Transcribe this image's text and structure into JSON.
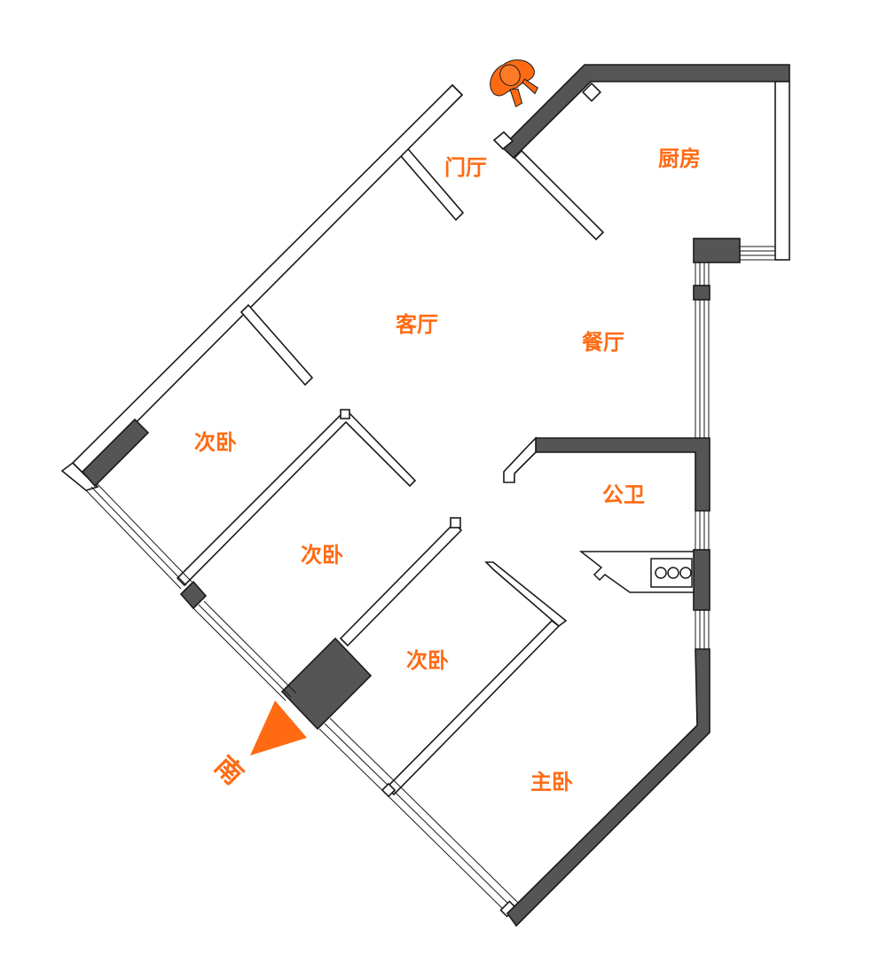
{
  "rooms": {
    "entrance": "门厅",
    "kitchen": "厨房",
    "living_room": "客厅",
    "dining_room": "餐厅",
    "bedroom_1": "次卧",
    "bedroom_2": "次卧",
    "bedroom_3": "次卧",
    "bathroom": "公卫",
    "master_bedroom": "主卧"
  },
  "compass": {
    "label": "南",
    "icon": "south-arrow-icon"
  },
  "icons": {
    "entry_person": "person-entering-icon",
    "sink": "sink-icon"
  },
  "colors": {
    "accent": "#ff6a13",
    "wall_solid": "#555555",
    "wall_outline": "#1a1a1a",
    "background": "#ffffff"
  }
}
